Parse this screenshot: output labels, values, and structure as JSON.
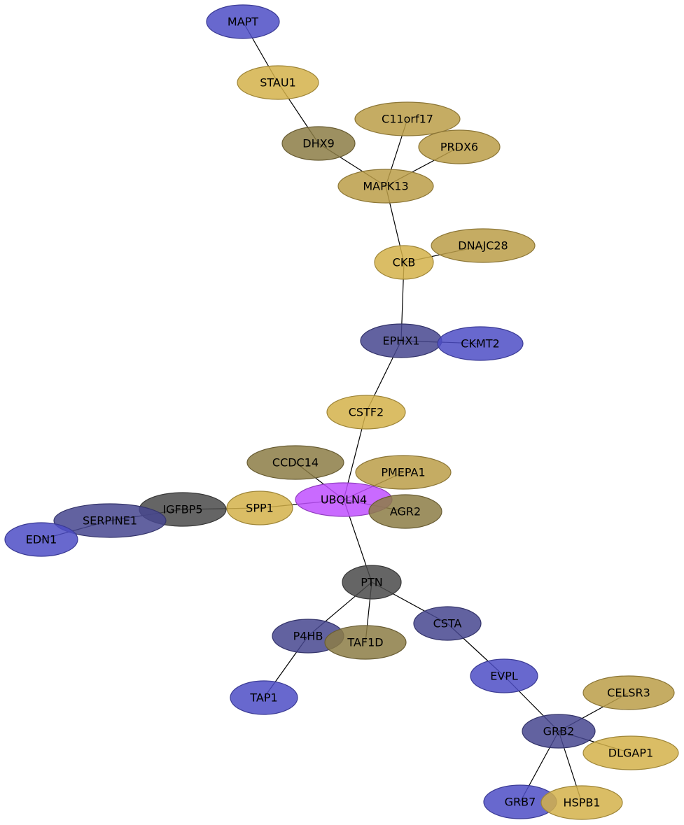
{
  "colors": {
    "blue": "#4e4ec6",
    "navy": "#47478f",
    "gold": "#d4b24a",
    "tan": "#bb9d48",
    "olive": "#8c7c45",
    "gray": "#4a4a4a",
    "violet": "#c050ff"
  },
  "nodes": {
    "MAPT": {
      "label": "MAPT",
      "color": "blue"
    },
    "STAU1": {
      "label": "STAU1",
      "color": "gold"
    },
    "DHX9": {
      "label": "DHX9",
      "color": "olive"
    },
    "C11orf17": {
      "label": "C11orf17",
      "color": "tan"
    },
    "PRDX6": {
      "label": "PRDX6",
      "color": "tan"
    },
    "MAPK13": {
      "label": "MAPK13",
      "color": "tan"
    },
    "CKB": {
      "label": "CKB",
      "color": "gold"
    },
    "DNAJC28": {
      "label": "DNAJC28",
      "color": "tan"
    },
    "EPHX1": {
      "label": "EPHX1",
      "color": "navy"
    },
    "CKMT2": {
      "label": "CKMT2",
      "color": "blue"
    },
    "CSTF2": {
      "label": "CSTF2",
      "color": "gold"
    },
    "CCDC14": {
      "label": "CCDC14",
      "color": "olive"
    },
    "PMEPA1": {
      "label": "PMEPA1",
      "color": "tan"
    },
    "UBQLN4": {
      "label": "UBQLN4",
      "color": "violet"
    },
    "AGR2": {
      "label": "AGR2",
      "color": "olive"
    },
    "SPP1": {
      "label": "SPP1",
      "color": "gold"
    },
    "IGFBP5": {
      "label": "IGFBP5",
      "color": "gray"
    },
    "SERPINE1": {
      "label": "SERPINE1",
      "color": "navy"
    },
    "EDN1": {
      "label": "EDN1",
      "color": "blue"
    },
    "PTN": {
      "label": "PTN",
      "color": "gray"
    },
    "P4HB": {
      "label": "P4HB",
      "color": "navy"
    },
    "TAF1D": {
      "label": "TAF1D",
      "color": "olive"
    },
    "CSTA": {
      "label": "CSTA",
      "color": "navy"
    },
    "TAP1": {
      "label": "TAP1",
      "color": "blue"
    },
    "EVPL": {
      "label": "EVPL",
      "color": "blue"
    },
    "CELSR3": {
      "label": "CELSR3",
      "color": "tan"
    },
    "GRB2": {
      "label": "GRB2",
      "color": "navy"
    },
    "DLGAP1": {
      "label": "DLGAP1",
      "color": "gold"
    },
    "GRB7": {
      "label": "GRB7",
      "color": "blue"
    },
    "HSPB1": {
      "label": "HSPB1",
      "color": "gold"
    }
  },
  "edges": [
    [
      "MAPT",
      "STAU1"
    ],
    [
      "STAU1",
      "DHX9"
    ],
    [
      "DHX9",
      "MAPK13"
    ],
    [
      "C11orf17",
      "MAPK13"
    ],
    [
      "PRDX6",
      "MAPK13"
    ],
    [
      "MAPK13",
      "CKB"
    ],
    [
      "CKB",
      "DNAJC28"
    ],
    [
      "CKB",
      "EPHX1"
    ],
    [
      "EPHX1",
      "CKMT2"
    ],
    [
      "EPHX1",
      "CSTF2"
    ],
    [
      "CSTF2",
      "UBQLN4"
    ],
    [
      "CCDC14",
      "UBQLN4"
    ],
    [
      "PMEPA1",
      "UBQLN4"
    ],
    [
      "AGR2",
      "UBQLN4"
    ],
    [
      "UBQLN4",
      "SPP1"
    ],
    [
      "UBQLN4",
      "PTN"
    ],
    [
      "SPP1",
      "IGFBP5"
    ],
    [
      "IGFBP5",
      "SERPINE1"
    ],
    [
      "SERPINE1",
      "EDN1"
    ],
    [
      "PTN",
      "P4HB"
    ],
    [
      "PTN",
      "TAF1D"
    ],
    [
      "PTN",
      "CSTA"
    ],
    [
      "P4HB",
      "TAP1"
    ],
    [
      "CSTA",
      "EVPL"
    ],
    [
      "EVPL",
      "GRB2"
    ],
    [
      "GRB2",
      "CELSR3"
    ],
    [
      "GRB2",
      "DLGAP1"
    ],
    [
      "GRB2",
      "GRB7"
    ],
    [
      "GRB2",
      "HSPB1"
    ]
  ]
}
